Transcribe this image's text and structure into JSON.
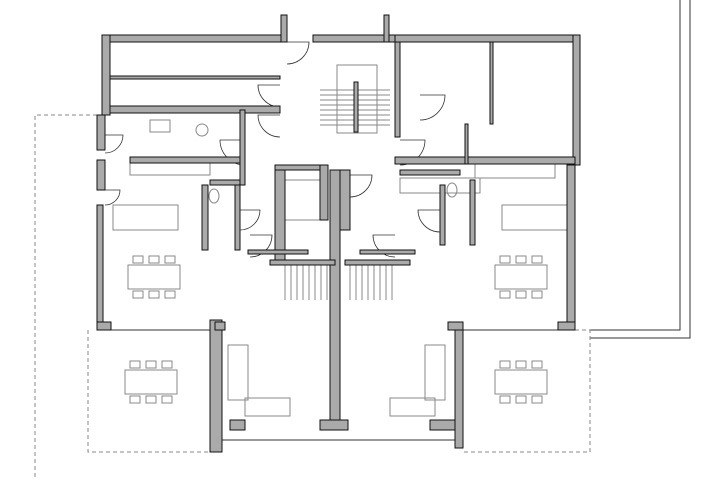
{
  "plan": {
    "colors": {
      "wall_fill": "#aaaaaa",
      "wall_stroke": "#111111",
      "fixture_stroke": "#888888",
      "background": "#ffffff"
    },
    "elements": [
      "walls",
      "doors",
      "staircases",
      "kitchens",
      "bathrooms",
      "dining-tables",
      "sofas",
      "balconies",
      "elevator"
    ]
  }
}
